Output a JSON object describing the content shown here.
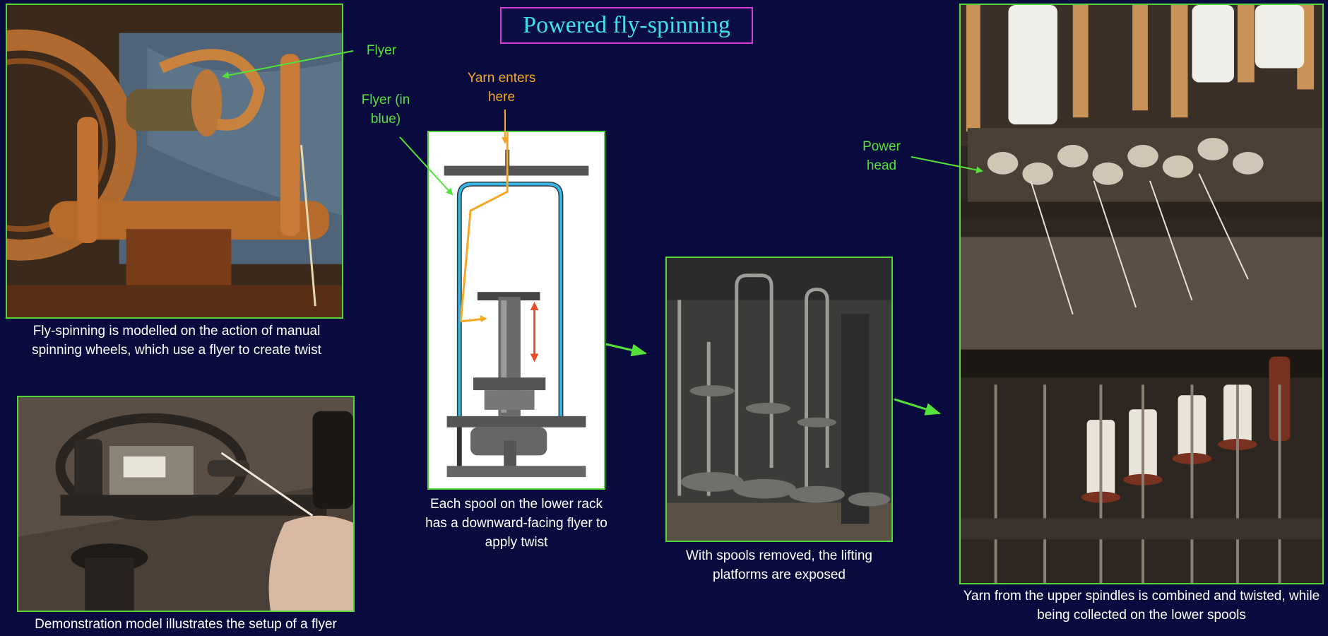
{
  "title": "Powered fly-spinning",
  "captions": {
    "wheel": "Fly-spinning is modelled on the action of manual spinning wheels, which use a flyer to create twist",
    "model": "Demonstration model illustrates the setup of a flyer",
    "diagram": "Each spool on the lower rack has a downward-facing flyer to apply twist",
    "platforms": "With spools removed, the lifting platforms are exposed",
    "machine": "Yarn from the upper spindles is combined and twisted, while being collected on the lower spools"
  },
  "labels": {
    "flyer": "Flyer",
    "flyer_blue": "Flyer (in blue)",
    "yarn_enters": "Yarn enters here",
    "power_head": "Power head"
  },
  "colors": {
    "background": "#090b3f",
    "title_text": "#3fe0e8",
    "title_border": "#d33bd3",
    "label_green": "#52e23a",
    "label_orange": "#f5a623",
    "flyer_blue": "#34b6e6",
    "motion_arrow": "#e8502a"
  }
}
